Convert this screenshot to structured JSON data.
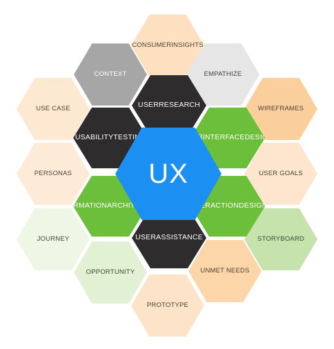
{
  "center": {
    "label": "UX",
    "color": "#1c8ff2",
    "text_color": "#ffffff"
  },
  "inner": [
    {
      "label": "USER\nRESEARCH",
      "color": "#2e2c2d",
      "text_color": "#ffffff"
    },
    {
      "label": "USER\nINTERFACE\nDESIGN",
      "color": "#6bbf3a",
      "text_color": "#ffffff"
    },
    {
      "label": "INTERACTION\nDESIGN",
      "color": "#6bbf3a",
      "text_color": "#ffffff"
    },
    {
      "label": "USER\nASSISTANCE",
      "color": "#2e2c2d",
      "text_color": "#ffffff"
    },
    {
      "label": "INFORMATION\nARCHITECTURE",
      "color": "#6bbf3a",
      "text_color": "#ffffff"
    },
    {
      "label": "USABILITY\nTESTING",
      "color": "#2e2c2d",
      "text_color": "#ffffff"
    }
  ],
  "outer": [
    {
      "label": "CONSUMER\nINSIGHTS",
      "color": "#fde0c0",
      "text_color": "#4a3f35"
    },
    {
      "label": "EMPATHIZE",
      "color": "#e6e6e6",
      "text_color": "#3f3f3f"
    },
    {
      "label": "WIREFRAMES",
      "color": "#fbcf9c",
      "text_color": "#4a3f35"
    },
    {
      "label": "USER GOALS",
      "color": "#fde6cd",
      "text_color": "#4a3f35"
    },
    {
      "label": "STORYBOARD",
      "color": "#c6e3ae",
      "text_color": "#3b4a30"
    },
    {
      "label": "UNMET NEEDS",
      "color": "#fcd6a8",
      "text_color": "#4a3f35"
    },
    {
      "label": "PROTOTYPE",
      "color": "#fde3c8",
      "text_color": "#4a3f35"
    },
    {
      "label": "OPPORTUNITY",
      "color": "#e2f0d3",
      "text_color": "#3b4a30"
    },
    {
      "label": "JOURNEY",
      "color": "#eef6e6",
      "text_color": "#3b4a30"
    },
    {
      "label": "PERSONAS",
      "color": "#fdebd8",
      "text_color": "#4a3f35"
    },
    {
      "label": "USE CASE",
      "color": "#fde8d2",
      "text_color": "#4a3f35"
    },
    {
      "label": "CONTEXT",
      "color": "#a7a6a6",
      "text_color": "#ffffff"
    }
  ]
}
